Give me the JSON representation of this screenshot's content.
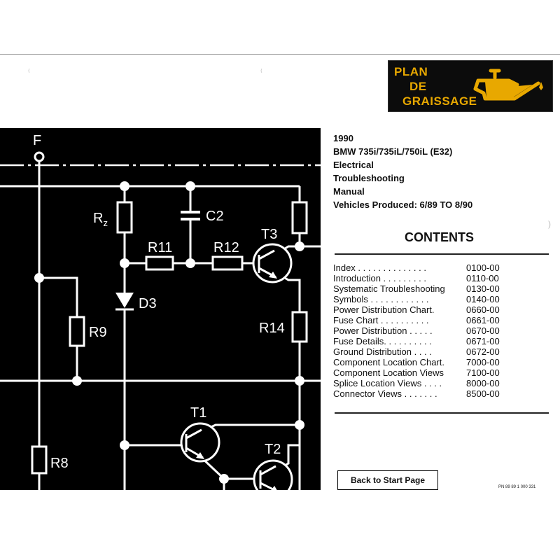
{
  "logo": {
    "line1": "PLAN",
    "line2": "DE",
    "line3": "GRAISSAGE",
    "icon": "oil-can-icon",
    "color": "#e8a800"
  },
  "schematic": {
    "labels": {
      "F": "F",
      "Rz": "R",
      "Rz_sub": "z",
      "C2": "C2",
      "R11": "R11",
      "R12": "R12",
      "T3": "T3",
      "D3": "D3",
      "R9": "R9",
      "R14": "R14",
      "T1": "T1",
      "T2": "T2",
      "R8": "R8"
    }
  },
  "header": {
    "year": "1990",
    "model": "BMW 735i/735iL/750iL (E32)",
    "line1": "Electrical",
    "line2": "Troubleshooting",
    "line3": "Manual",
    "produced": "Vehicles Produced: 6/89 TO 8/90"
  },
  "contents": {
    "title": "CONTENTS",
    "items": [
      {
        "label": "Index . . . . . . . . . . . . . .",
        "page": "0100-00"
      },
      {
        "label": "Introduction . . . . . . . . .",
        "page": "0110-00"
      },
      {
        "label": "Systematic Troubleshooting",
        "page": "0130-00"
      },
      {
        "label": "Symbols . . . . . . . . . . . .",
        "page": "0140-00"
      },
      {
        "label": "Power Distribution Chart.",
        "page": "0660-00"
      },
      {
        "label": "Fuse Chart . . . . . . . . . .",
        "page": "0661-00"
      },
      {
        "label": "Power Distribution . . . . .",
        "page": "0670-00"
      },
      {
        "label": "Fuse Details. . . . . . . . . .",
        "page": "0671-00"
      },
      {
        "label": "Ground Distribution . . . .",
        "page": "0672-00"
      },
      {
        "label": "Component Location Chart.",
        "page": "7000-00"
      },
      {
        "label": "Component Location Views",
        "page": "7100-00"
      },
      {
        "label": "Splice Location Views . . . .",
        "page": "8000-00"
      },
      {
        "label": "Connector Views . . . . . . .",
        "page": "8500-00"
      }
    ]
  },
  "nav": {
    "back_label": "Back to Start Page"
  },
  "part_number": "PN 89 89 1 000 331"
}
